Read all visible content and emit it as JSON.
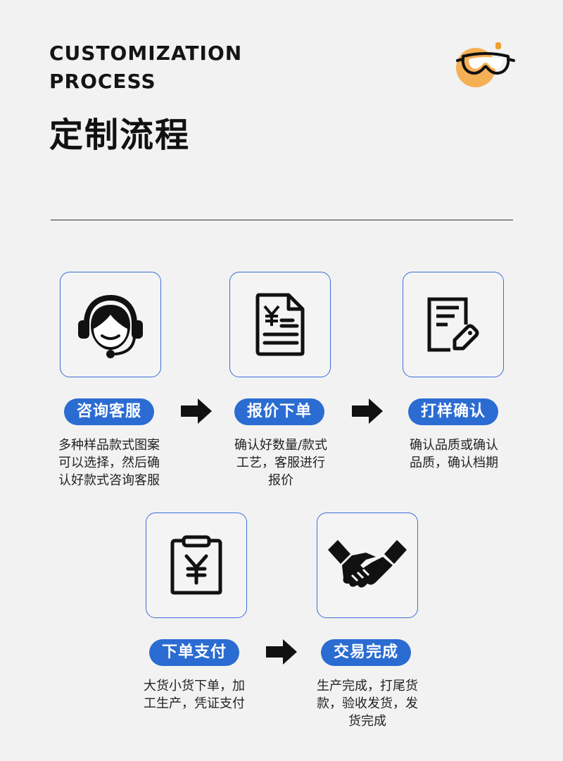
{
  "header": {
    "title_en_line1": "CUSTOMIZATION",
    "title_en_line2": "PROCESS",
    "title_cn": "定制流程"
  },
  "colors": {
    "accent": "#2b6cd2",
    "card_border": "#3d6ed8",
    "logo_circle": "#f5b056",
    "background": "#f2f2f2"
  },
  "steps": [
    {
      "icon": "customer-service-headset-icon",
      "label": "咨询客服",
      "desc_lines": [
        "多种样品款式图案",
        "可以选择，然后确",
        "认好款式咨询客服"
      ]
    },
    {
      "icon": "price-quote-document-icon",
      "label": "报价下单",
      "desc_lines": [
        "确认好数量/款式",
        "工艺，客服进行",
        "报价"
      ]
    },
    {
      "icon": "sample-confirm-edit-icon",
      "label": "打样确认",
      "desc_lines": [
        "确认品质或确认",
        "品质，确认档期"
      ]
    },
    {
      "icon": "payment-clipboard-yen-icon",
      "label": "下单支付",
      "desc_lines": [
        "大货小货下单，加",
        "工生产，凭证支付"
      ]
    },
    {
      "icon": "handshake-deal-icon",
      "label": "交易完成",
      "desc_lines": [
        "生产完成，打尾货",
        "款，验收发货，发",
        "货完成"
      ]
    }
  ]
}
